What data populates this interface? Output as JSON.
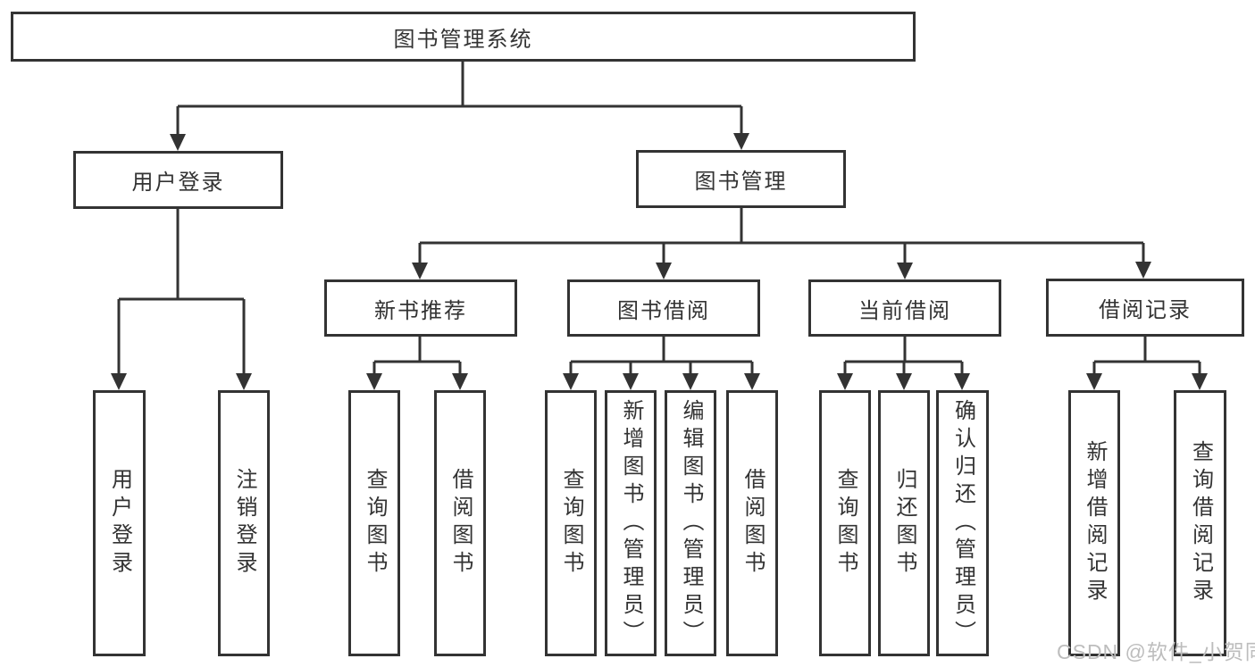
{
  "diagram": {
    "root": {
      "label": "图书管理系统"
    },
    "branches": [
      {
        "label": "用户登录",
        "children": [
          {
            "label": "用户登录"
          },
          {
            "label": "注销登录"
          }
        ]
      },
      {
        "label": "图书管理",
        "groups": [
          {
            "label": "新书推荐",
            "children": [
              {
                "label": "查询图书"
              },
              {
                "label": "借阅图书"
              }
            ]
          },
          {
            "label": "图书借阅",
            "children": [
              {
                "label": "查询图书"
              },
              {
                "label": "新增图书（管理员）"
              },
              {
                "label": "编辑图书（管理员）"
              },
              {
                "label": "借阅图书"
              }
            ]
          },
          {
            "label": "当前借阅",
            "children": [
              {
                "label": "查询图书"
              },
              {
                "label": "归还图书"
              },
              {
                "label": "确认归还（管理员）"
              }
            ]
          },
          {
            "label": "借阅记录",
            "children": [
              {
                "label": "新增借阅记录"
              },
              {
                "label": "查询借阅记录"
              }
            ]
          }
        ]
      }
    ]
  },
  "watermark": {
    "text": "CSDN @软件_小贺同学"
  },
  "colors": {
    "line": "#333333",
    "box_border": "#333333",
    "text": "#333333",
    "watermark": "#bdbdbd",
    "background": "#ffffff"
  }
}
